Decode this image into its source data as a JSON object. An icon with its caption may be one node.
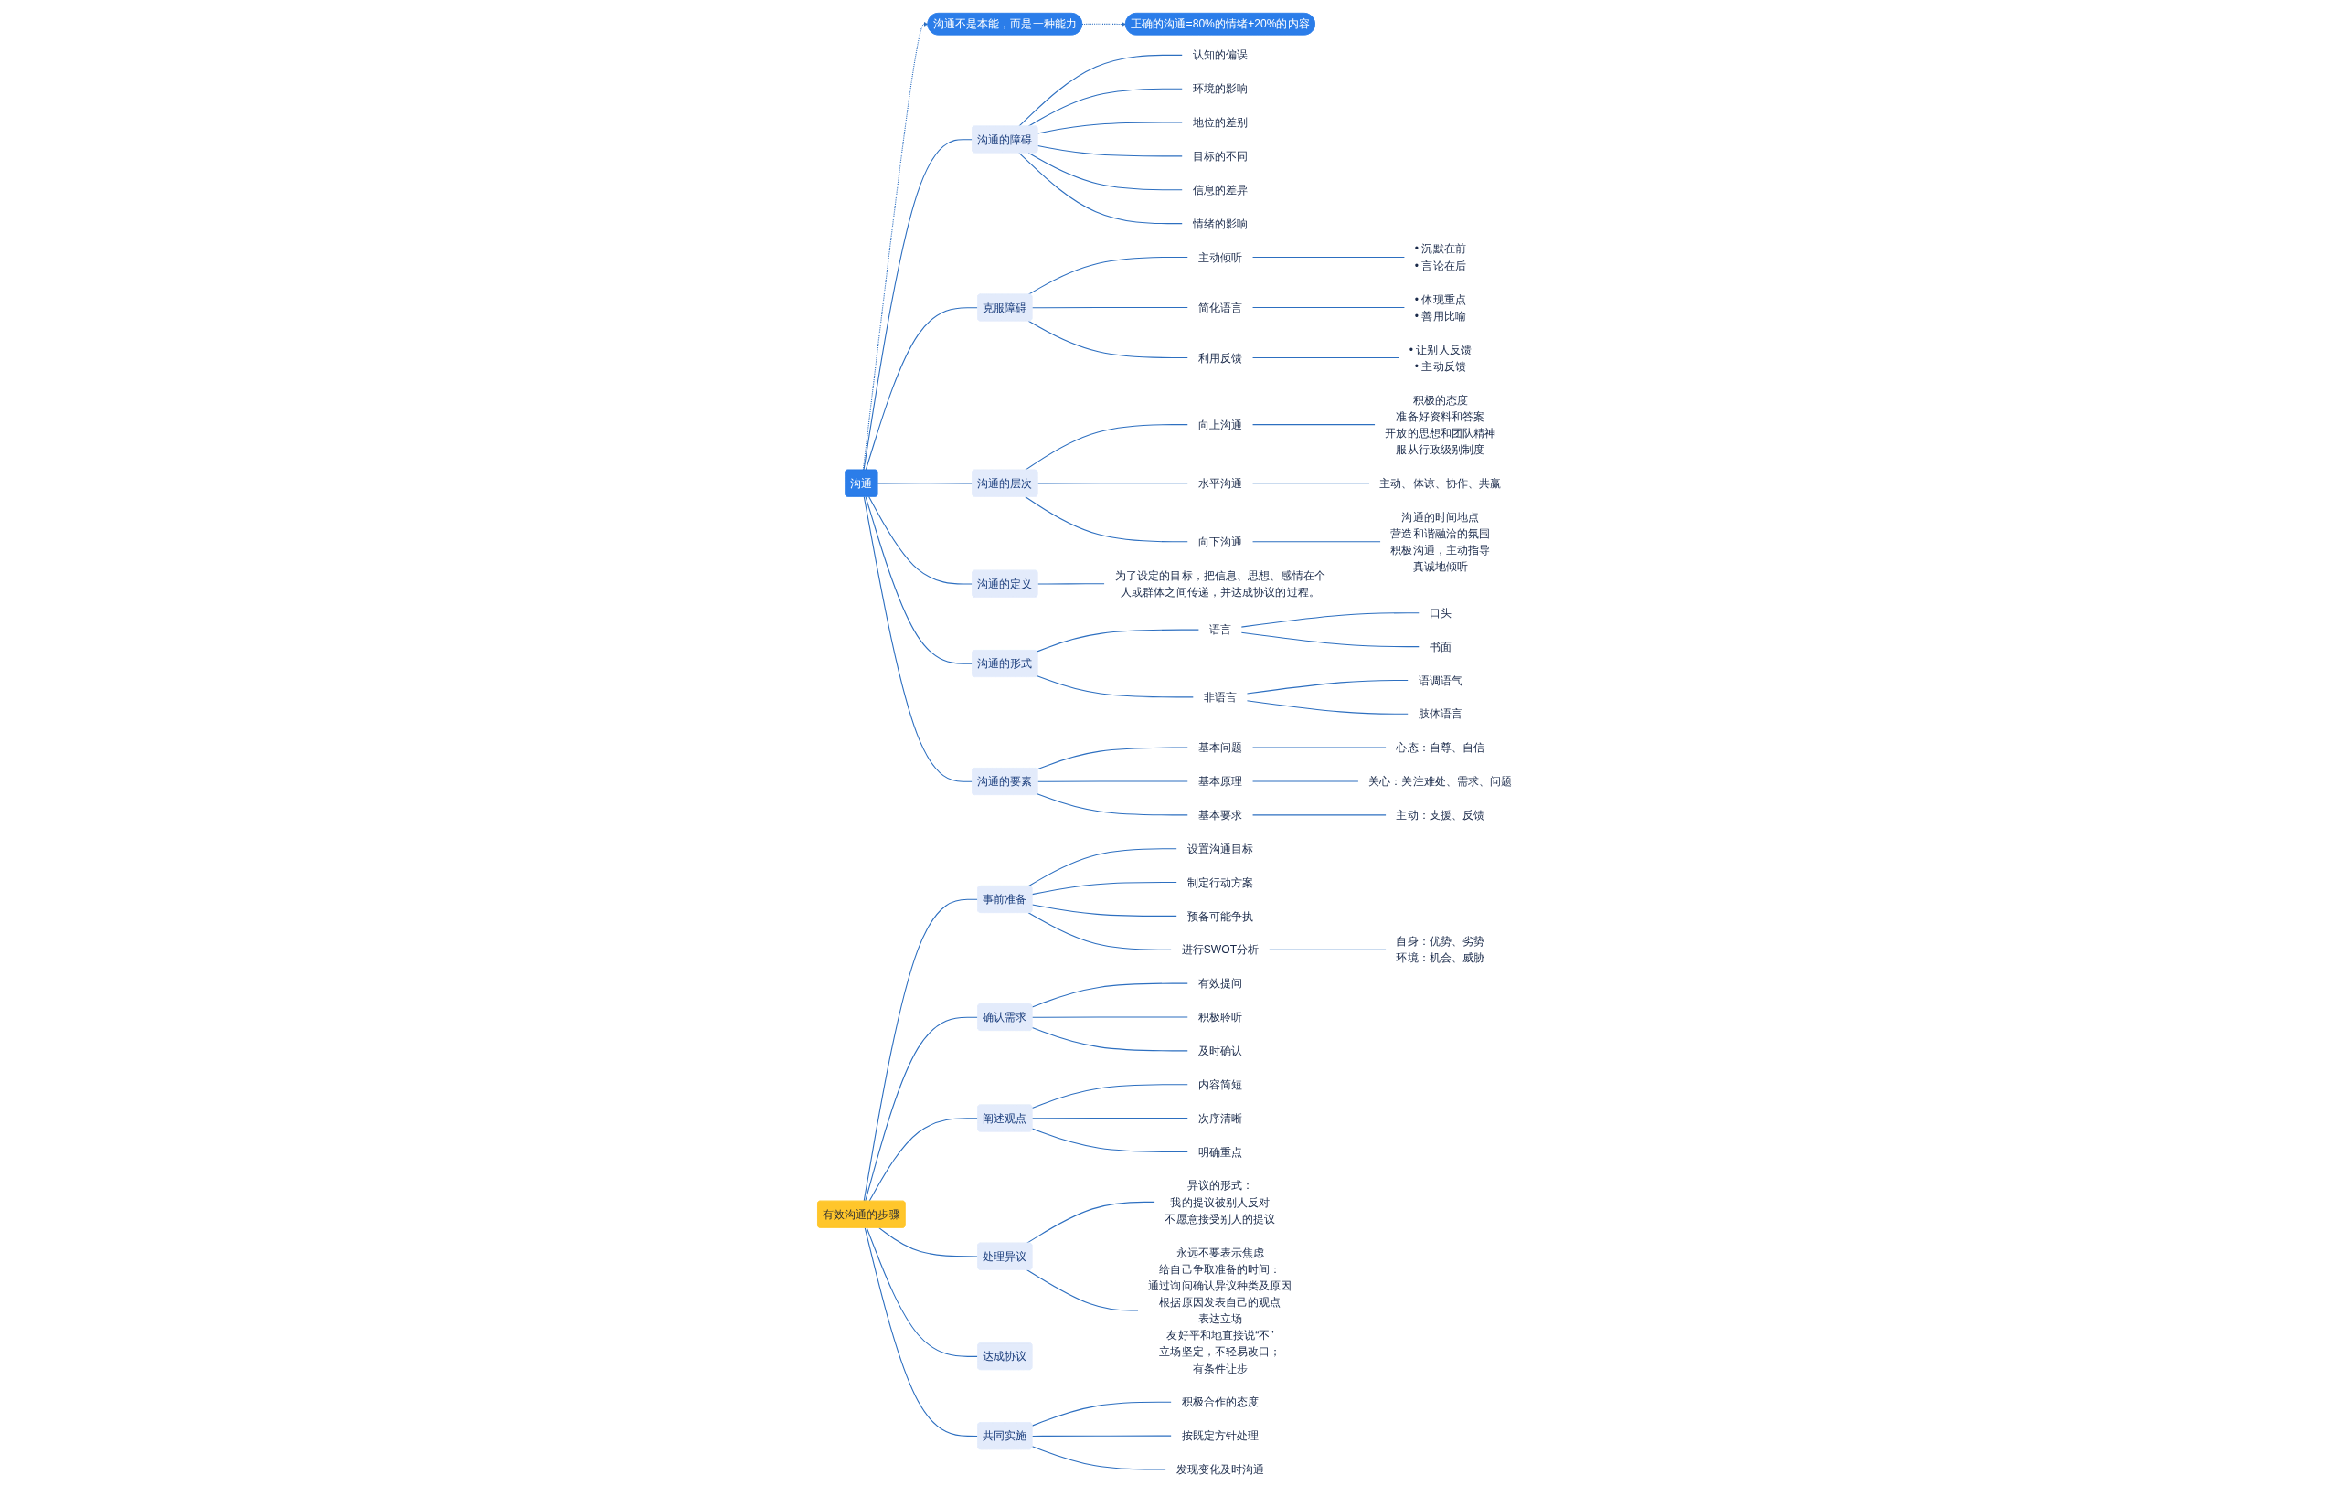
{
  "diagram": {
    "nodes": [
      {
        "text": [
          "正确的沟通=80%的情绪+20%的内容"
        ]
      },
      {
        "text": [
          "沟通不是本能，而是一种能力"
        ]
      },
      {
        "text": [
          "沟通"
        ]
      },
      {
        "text": [
          "沟通的障碍"
        ]
      },
      {
        "text": [
          "认知的偏误"
        ]
      },
      {
        "text": [
          "环境的影响"
        ]
      },
      {
        "text": [
          "地位的差别"
        ]
      },
      {
        "text": [
          "目标的不同"
        ]
      },
      {
        "text": [
          "信息的差异"
        ]
      },
      {
        "text": [
          "情绪的影响"
        ]
      },
      {
        "text": [
          "克服障碍"
        ]
      },
      {
        "text": [
          "主动倾听"
        ]
      },
      {
        "text": [
          "• 沉默在前",
          "• 言论在后"
        ]
      },
      {
        "text": [
          "简化语言"
        ]
      },
      {
        "text": [
          "• 体现重点",
          "• 善用比喻"
        ]
      },
      {
        "text": [
          "利用反馈"
        ]
      },
      {
        "text": [
          "• 让别人反馈",
          "• 主动反馈"
        ]
      },
      {
        "text": [
          "沟通的层次"
        ]
      },
      {
        "text": [
          "向上沟通"
        ]
      },
      {
        "text": [
          "积极的态度",
          "准备好资料和答案",
          "开放的思想和团队精神",
          "服从行政级别制度"
        ]
      },
      {
        "text": [
          "水平沟通"
        ]
      },
      {
        "text": [
          "主动、体谅、协作、共赢"
        ]
      },
      {
        "text": [
          "向下沟通"
        ]
      },
      {
        "text": [
          "沟通的时间地点",
          "营造和谐融洽的氛围",
          "积极沟通，主动指导",
          "真诚地倾听"
        ]
      },
      {
        "text": [
          "沟通的定义"
        ]
      },
      {
        "text": [
          "为了设定的目标，把信息、思想、感情在个人或群体之间传递，并达成协议的过程。"
        ]
      },
      {
        "text": [
          "沟通的形式"
        ]
      },
      {
        "text": [
          "语言"
        ]
      },
      {
        "text": [
          "口头"
        ]
      },
      {
        "text": [
          "书面"
        ]
      },
      {
        "text": [
          "非语言"
        ]
      },
      {
        "text": [
          "语调语气"
        ]
      },
      {
        "text": [
          "肢体语言"
        ]
      },
      {
        "text": [
          "沟通的要素"
        ]
      },
      {
        "text": [
          "基本问题"
        ]
      },
      {
        "text": [
          "心态：自尊、自信"
        ]
      },
      {
        "text": [
          "基本原理"
        ]
      },
      {
        "text": [
          "关心：关注难处、需求、问题"
        ]
      },
      {
        "text": [
          "基本要求"
        ]
      },
      {
        "text": [
          "主动：支援、反馈"
        ]
      },
      {
        "text": [
          "有效沟通的步骤"
        ]
      },
      {
        "text": [
          "事前准备"
        ]
      },
      {
        "text": [
          "设置沟通目标"
        ]
      },
      {
        "text": [
          "制定行动方案"
        ]
      },
      {
        "text": [
          "预备可能争执"
        ]
      },
      {
        "text": [
          "进行SWOT分析"
        ]
      },
      {
        "text": [
          "自身：优势、劣势",
          "环境：机会、威胁"
        ]
      },
      {
        "text": [
          "确认需求"
        ]
      },
      {
        "text": [
          "有效提问"
        ]
      },
      {
        "text": [
          "积极聆听"
        ]
      },
      {
        "text": [
          "及时确认"
        ]
      },
      {
        "text": [
          "阐述观点"
        ]
      },
      {
        "text": [
          "内容简短"
        ]
      },
      {
        "text": [
          "次序清晰"
        ]
      },
      {
        "text": [
          "明确重点"
        ]
      },
      {
        "text": [
          "处理异议"
        ]
      },
      {
        "text": [
          "异议的形式：",
          "我的提议被别人反对",
          "不愿意接受别人的提议"
        ]
      },
      {
        "text": [
          "永远不要表示焦虑",
          "给自己争取准备的时间：",
          "通过询问确认异议种类及原因",
          "根据原因发表自己的观点",
          "表达立场",
          "友好平和地直接说“不”",
          "立场坚定，不轻易改口；",
          "有条件让步"
        ]
      },
      {
        "text": [
          "达成协议"
        ]
      },
      {
        "text": [
          "共同实施"
        ]
      },
      {
        "text": [
          "积极合作的态度"
        ]
      },
      {
        "text": [
          "按既定方针处理"
        ]
      },
      {
        "text": [
          "发现变化及时沟通"
        ]
      }
    ],
    "edges": [
      {
        "from": 1,
        "to": 0,
        "arrow": "to",
        "style": "dashed"
      },
      {
        "from": 2,
        "to": 1,
        "arrow": "to",
        "style": "dashed"
      },
      {
        "from": 2,
        "to": 3,
        "arrow": "none"
      },
      {
        "from": 3,
        "to": 4,
        "arrow": "none"
      },
      {
        "from": 3,
        "to": 5,
        "arrow": "none"
      },
      {
        "from": 3,
        "to": 6,
        "arrow": "none"
      },
      {
        "from": 3,
        "to": 7,
        "arrow": "none"
      },
      {
        "from": 3,
        "to": 8,
        "arrow": "none"
      },
      {
        "from": 3,
        "to": 9,
        "arrow": "none"
      },
      {
        "from": 2,
        "to": 10,
        "arrow": "none"
      },
      {
        "from": 10,
        "to": 11,
        "arrow": "none"
      },
      {
        "from": 11,
        "to": 12,
        "arrow": "none"
      },
      {
        "from": 10,
        "to": 13,
        "arrow": "none"
      },
      {
        "from": 13,
        "to": 14,
        "arrow": "none"
      },
      {
        "from": 10,
        "to": 15,
        "arrow": "none"
      },
      {
        "from": 15,
        "to": 16,
        "arrow": "none"
      },
      {
        "from": 2,
        "to": 17,
        "arrow": "none"
      },
      {
        "from": 17,
        "to": 18,
        "arrow": "none"
      },
      {
        "from": 18,
        "to": 19,
        "arrow": "none"
      },
      {
        "from": 17,
        "to": 20,
        "arrow": "none"
      },
      {
        "from": 20,
        "to": 21,
        "arrow": "none"
      },
      {
        "from": 17,
        "to": 22,
        "arrow": "none"
      },
      {
        "from": 22,
        "to": 23,
        "arrow": "none"
      },
      {
        "from": 2,
        "to": 24,
        "arrow": "none"
      },
      {
        "from": 24,
        "to": 25,
        "arrow": "none"
      },
      {
        "from": 2,
        "to": 26,
        "arrow": "none"
      },
      {
        "from": 26,
        "to": 27,
        "arrow": "none"
      },
      {
        "from": 27,
        "to": 28,
        "arrow": "none"
      },
      {
        "from": 27,
        "to": 29,
        "arrow": "none"
      },
      {
        "from": 26,
        "to": 30,
        "arrow": "none"
      },
      {
        "from": 30,
        "to": 31,
        "arrow": "none"
      },
      {
        "from": 30,
        "to": 32,
        "arrow": "none"
      },
      {
        "from": 2,
        "to": 33,
        "arrow": "none"
      },
      {
        "from": 33,
        "to": 34,
        "arrow": "none"
      },
      {
        "from": 34,
        "to": 35,
        "arrow": "none"
      },
      {
        "from": 33,
        "to": 36,
        "arrow": "none"
      },
      {
        "from": 36,
        "to": 37,
        "arrow": "none"
      },
      {
        "from": 33,
        "to": 38,
        "arrow": "none"
      },
      {
        "from": 38,
        "to": 39,
        "arrow": "none"
      },
      {
        "from": 40,
        "to": 41,
        "arrow": "none"
      },
      {
        "from": 41,
        "to": 42,
        "arrow": "none"
      },
      {
        "from": 41,
        "to": 43,
        "arrow": "none"
      },
      {
        "from": 41,
        "to": 44,
        "arrow": "none"
      },
      {
        "from": 41,
        "to": 45,
        "arrow": "none"
      },
      {
        "from": 45,
        "to": 46,
        "arrow": "none"
      },
      {
        "from": 40,
        "to": 47,
        "arrow": "none"
      },
      {
        "from": 47,
        "to": 48,
        "arrow": "none"
      },
      {
        "from": 47,
        "to": 49,
        "arrow": "none"
      },
      {
        "from": 47,
        "to": 50,
        "arrow": "none"
      },
      {
        "from": 40,
        "to": 51,
        "arrow": "none"
      },
      {
        "from": 51,
        "to": 52,
        "arrow": "none"
      },
      {
        "from": 51,
        "to": 53,
        "arrow": "none"
      },
      {
        "from": 51,
        "to": 54,
        "arrow": "none"
      },
      {
        "from": 40,
        "to": 55,
        "arrow": "none"
      },
      {
        "from": 55,
        "to": 56,
        "arrow": "none"
      },
      {
        "from": 55,
        "to": 57,
        "arrow": "none"
      },
      {
        "from": 40,
        "to": 58,
        "arrow": "none"
      },
      {
        "from": 40,
        "to": 59,
        "arrow": "none"
      },
      {
        "from": 59,
        "to": 60,
        "arrow": "none"
      },
      {
        "from": 59,
        "to": 61,
        "arrow": "none"
      },
      {
        "from": 59,
        "to": 62,
        "arrow": "none"
      }
    ]
  }
}
